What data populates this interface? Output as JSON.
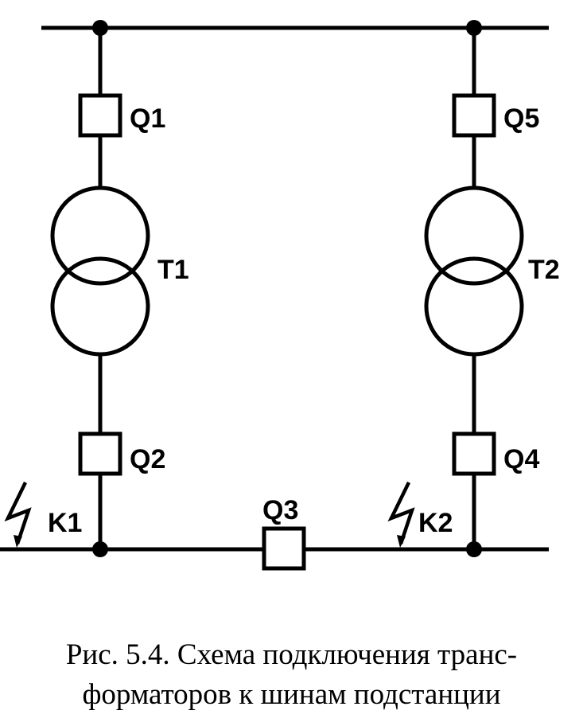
{
  "labels": {
    "q1": "Q1",
    "q2": "Q2",
    "q3": "Q3",
    "q4": "Q4",
    "q5": "Q5",
    "t1": "T1",
    "t2": "T2",
    "k1": "K1",
    "k2": "K2"
  },
  "caption": {
    "line1": "Рис. 5.4. Схема подключения транс-",
    "line2": "форматоров к шинам подстанции"
  }
}
